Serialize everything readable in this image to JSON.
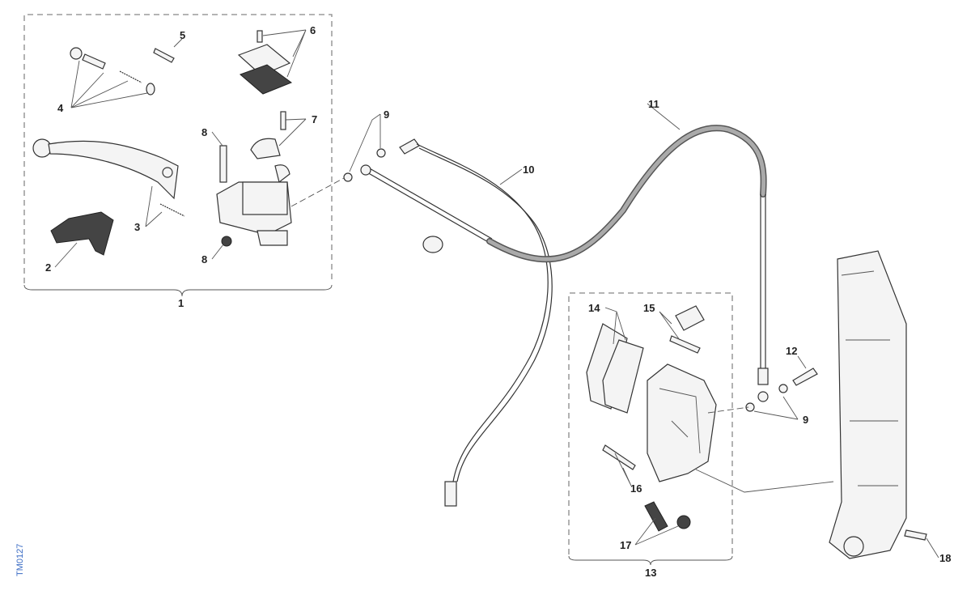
{
  "diagram_id": "TM0127",
  "callouts": {
    "c1": "1",
    "c2": "2",
    "c3": "3",
    "c4": "4",
    "c5": "5",
    "c6": "6",
    "c7": "7",
    "c8a": "8",
    "c8b": "8",
    "c9a": "9",
    "c10": "10",
    "c11": "11",
    "c12": "12",
    "c9b": "9",
    "c13": "13",
    "c14": "14",
    "c15": "15",
    "c16": "16",
    "c17": "17",
    "c18": "18"
  }
}
